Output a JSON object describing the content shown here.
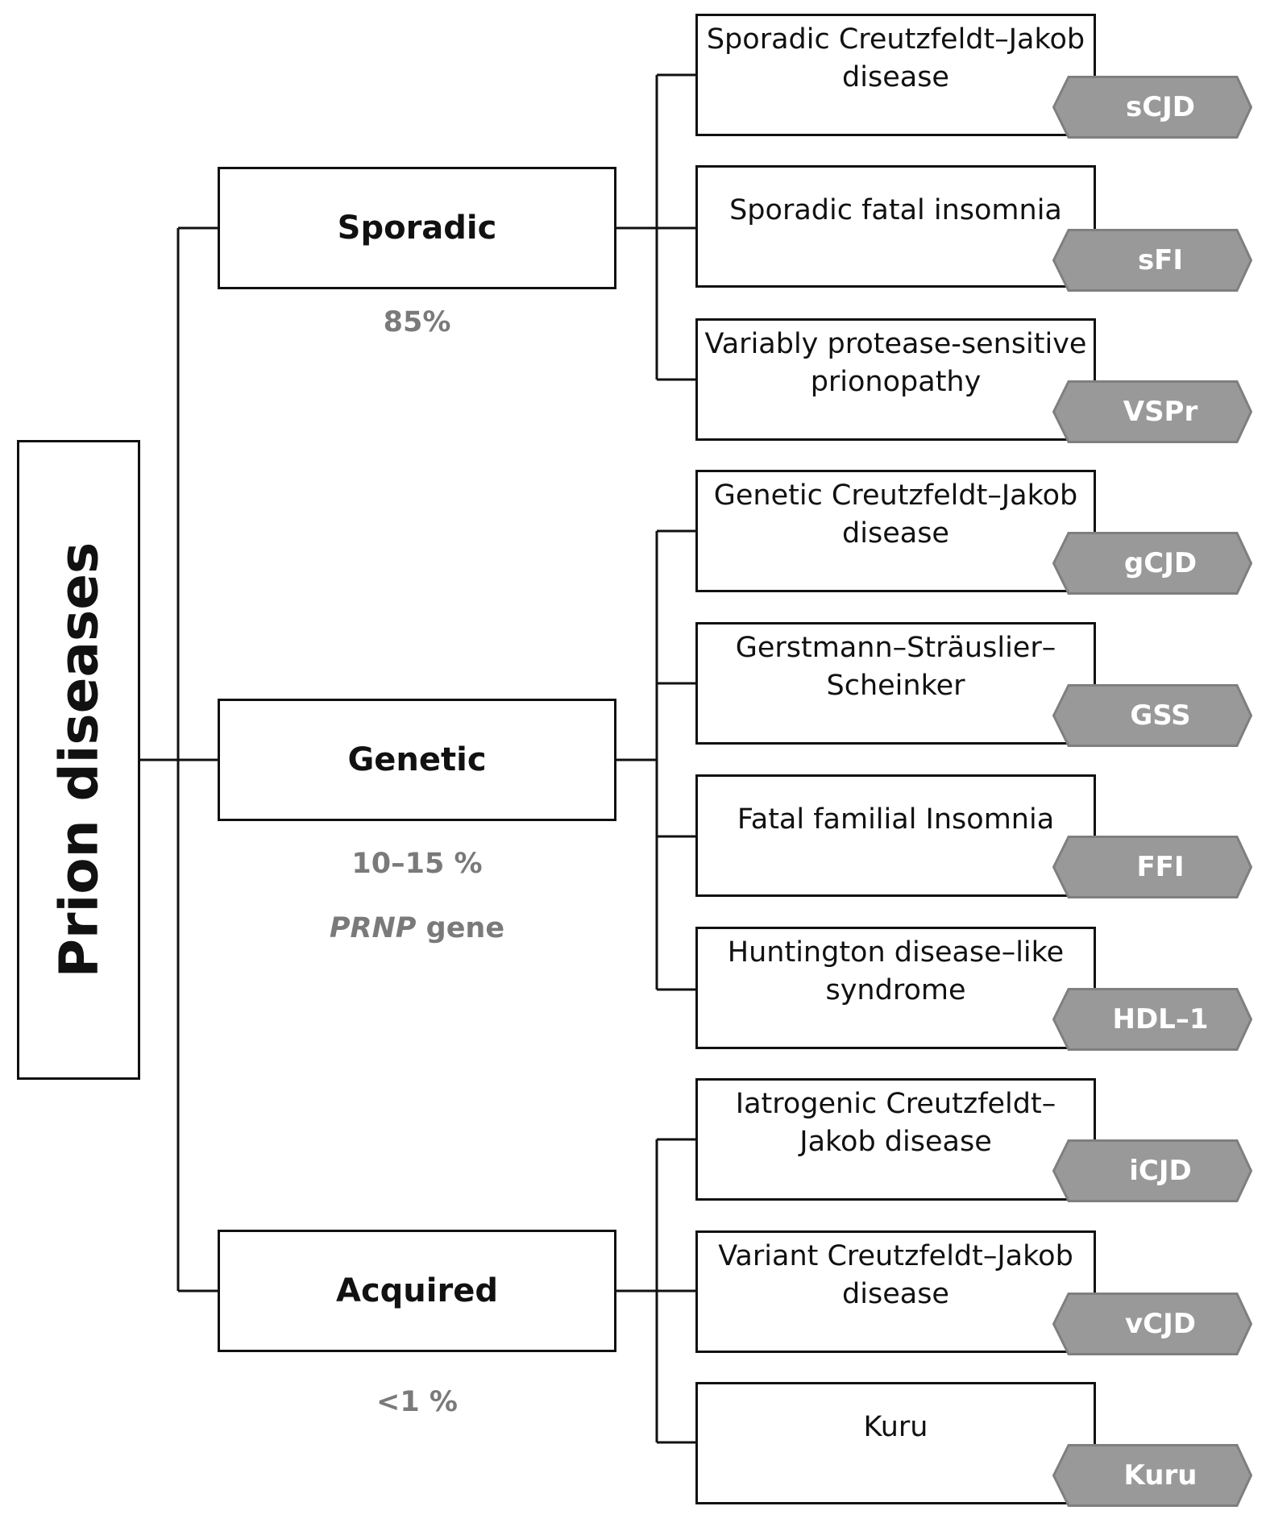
{
  "root": {
    "label": "Prion diseases"
  },
  "categories": [
    {
      "label": "Sporadic",
      "stat": "85%",
      "stat2_italic": "",
      "stat2_rest": ""
    },
    {
      "label": "Genetic",
      "stat": "10–15 %",
      "stat2_italic": "PRNP",
      "stat2_rest": " gene"
    },
    {
      "label": "Acquired",
      "stat": "<1 %",
      "stat2_italic": "",
      "stat2_rest": ""
    }
  ],
  "diseases": [
    {
      "name": "Sporadic Creutzfeldt–Jakob disease",
      "abbr": "sCJD"
    },
    {
      "name": "Sporadic fatal insomnia",
      "abbr": "sFI"
    },
    {
      "name": "Variably protease-sensitive prionopathy",
      "abbr": "VSPr"
    },
    {
      "name": "Genetic Creutzfeldt–Jakob disease",
      "abbr": "gCJD"
    },
    {
      "name": "Gerstmann–Sträuslier–Scheinker",
      "abbr": "GSS"
    },
    {
      "name": "Fatal familial Insomnia",
      "abbr": "FFI"
    },
    {
      "name": "Huntington disease–like syndrome",
      "abbr": "HDL–1"
    },
    {
      "name": "Iatrogenic Creutzfeldt–Jakob disease",
      "abbr": "iCJD"
    },
    {
      "name": "Variant Creutzfeldt–Jakob disease",
      "abbr": "vCJD"
    },
    {
      "name": "Kuru",
      "abbr": "Kuru"
    }
  ],
  "colors": {
    "badge": "#999999",
    "badge_border": "#7f7f7f",
    "stat_text": "#7a7a7a"
  }
}
